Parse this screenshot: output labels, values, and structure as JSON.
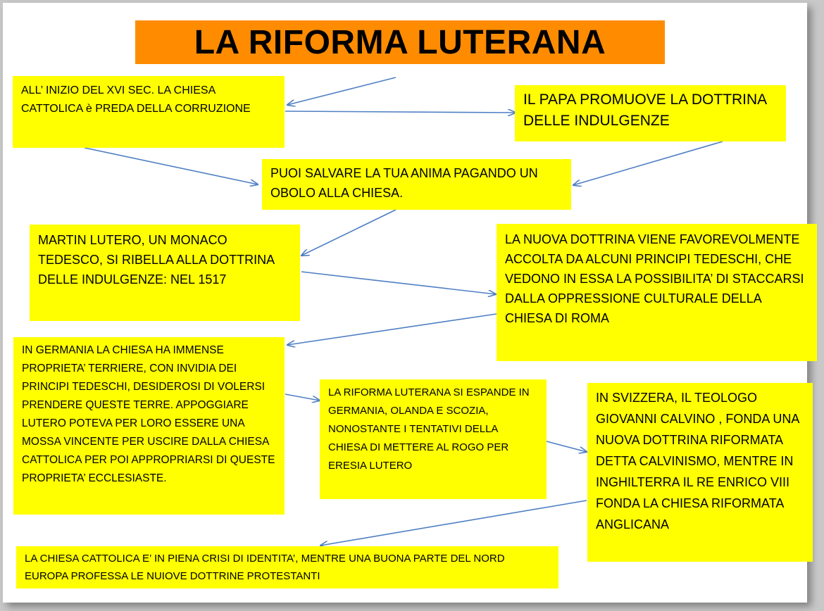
{
  "title": "LA RIFORMA LUTERANA",
  "boxes": {
    "corruzione": "ALL’ INIZIO DEL XVI SEC. LA CHIESA CATTOLICA è PREDA DELLA CORRUZIONE",
    "indulgenze": "IL PAPA PROMUOVE LA DOTTRINA DELLE INDULGENZE",
    "obolo": "PUOI SALVARE LA TUA ANIMA PAGANDO UN OBOLO ALLA CHIESA.",
    "lutero": "MARTIN LUTERO, UN MONACO TEDESCO, SI RIBELLA ALLA DOTTRINA DELLE INDULGENZE: NEL 1517",
    "principi": "LA NUOVA DOTTRINA VIENE FAVOREVOLMENTE  ACCOLTA DA ALCUNI PRINCIPI TEDESCHI, CHE VEDONO IN ESSA LA POSSIBILITA’ DI STACCARSI DALLA OPPRESSIONE CULTURALE DELLA CHIESA DI ROMA",
    "germania": "IN GERMANIA LA CHIESA HA IMMENSE PROPRIETA’ TERRIERE, CON INVIDIA DEI PRINCIPI TEDESCHI, DESIDEROSI DI VOLERSI  PRENDERE QUESTE TERRE. APPOGGIARE LUTERO POTEVA PER LORO ESSERE UNA MOSSA VINCENTE PER USCIRE DALLA CHIESA CATTOLICA PER POI  APPROPRIARSI DI QUESTE PROPRIETA’ ECCLESIASTE.",
    "espansione": "LA RIFORMA LUTERANA SI ESPANDE IN GERMANIA, OLANDA E SCOZIA, NONOSTANTE I TENTATIVI  DELLA CHIESA DI METTERE  AL ROGO PER ERESIA LUTERO",
    "calvino": "IN SVIZZERA, IL TEOLOGO GIOVANNI CALVINO , FONDA UNA NUOVA DOTTRINA RIFORMATA DETTA CALVINISMO, MENTRE IN INGHILTERRA  IL RE ENRICO VIII FONDA LA CHIESA RIFORMATA ANGLICANA",
    "crisi": "LA CHIESA CATTOLICA E’  IN PIENA CRISI DI IDENTITA’, MENTRE UNA  BUONA PARTE DEL NORD EUROPA  PROFESSA LE NUIOVE DOTTRINE PROTESTANTI"
  },
  "colors": {
    "title_bg": "#ff8c00",
    "box_bg": "#ffff00",
    "arrow": "#4f7fc4"
  }
}
